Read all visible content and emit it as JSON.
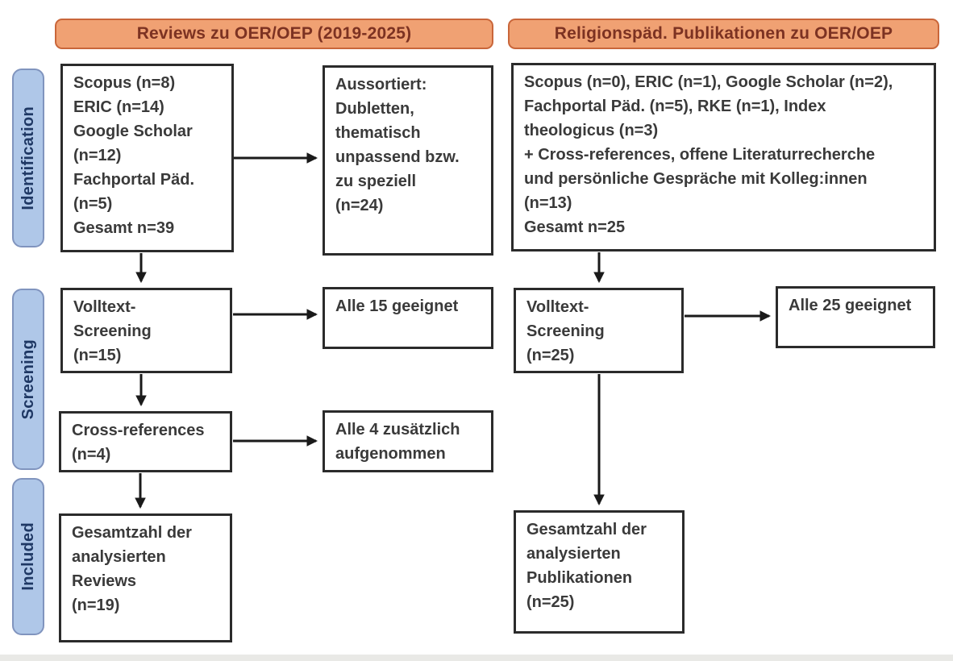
{
  "headers": [
    {
      "label": "Reviews zu OER/OEP (2019-2025)"
    },
    {
      "label": "Religionspäd. Publikationen zu OER/OEP"
    }
  ],
  "stages": [
    {
      "label": "Identification"
    },
    {
      "label": "Screening"
    },
    {
      "label": "Included"
    }
  ],
  "boxes": {
    "sources_left": {
      "lines": [
        "Scopus (n=8)",
        "ERIC (n=14)",
        "Google Scholar",
        "(n=12)",
        "Fachportal Päd.",
        "(n=5)",
        "Gesamt n=39"
      ]
    },
    "excluded_left": {
      "lines": [
        "Aussortiert:",
        "Dubletten,",
        "thematisch",
        "unpassend bzw.",
        "zu speziell",
        "(n=24)"
      ]
    },
    "fulltext_left": {
      "lines": [
        "Volltext-",
        "Screening",
        "(n=15)"
      ]
    },
    "eligible_left": {
      "lines": [
        "Alle 15 geeignet"
      ]
    },
    "crossref_left": {
      "lines": [
        "Cross-references",
        "(n=4)"
      ]
    },
    "added_left": {
      "lines": [
        "Alle 4 zusätzlich",
        "aufgenommen"
      ]
    },
    "included_left": {
      "lines": [
        "Gesamtzahl der",
        "analysierten",
        "Reviews",
        "(n=19)"
      ]
    },
    "sources_right": {
      "lines": [
        "Scopus (n=0), ERIC (n=1), Google Scholar (n=2),",
        "Fachportal Päd. (n=5), RKE (n=1), Index",
        "theologicus (n=3)",
        "+ Cross-references, offene Literaturrecherche",
        "und persönliche Gespräche mit Kolleg:innen",
        "(n=13)",
        "Gesamt n=25"
      ]
    },
    "fulltext_right": {
      "lines": [
        "Volltext-",
        "Screening",
        "(n=25)"
      ]
    },
    "eligible_right": {
      "lines": [
        "Alle 25 geeignet"
      ]
    },
    "included_right": {
      "lines": [
        "Gesamtzahl der",
        "analysierten",
        "Publikationen",
        "(n=25)"
      ]
    }
  },
  "colors": {
    "header_fill": "#F0A173",
    "header_border": "#C9663A",
    "header_text": "#7C3222",
    "stage_fill": "#AFC7E8",
    "stage_border": "#8094BE",
    "stage_text": "#1F3864",
    "box_border": "#2B2B2B",
    "box_text": "#3A3A3A",
    "arrow": "#1A1A1A",
    "background": "#FFFFFF"
  }
}
